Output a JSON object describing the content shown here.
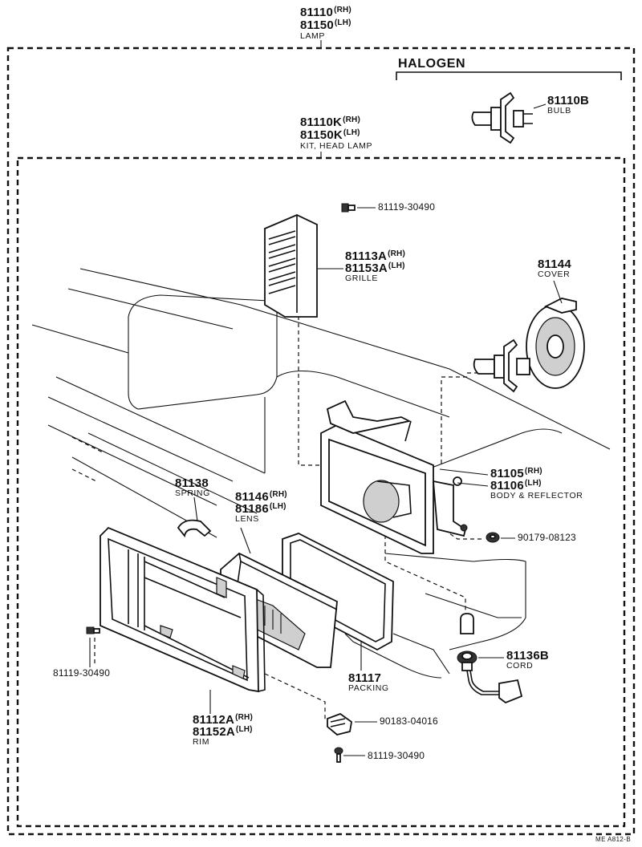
{
  "lamp": {
    "pn_rh": "81110",
    "sfx_rh": "(RH)",
    "pn_lh": "81150",
    "sfx_lh": "(LH)",
    "name": "LAMP"
  },
  "halogen": {
    "title": "HALOGEN"
  },
  "bulb": {
    "pn": "81110B",
    "name": "BULB"
  },
  "kit": {
    "pn_rh": "81110K",
    "sfx_rh": "(RH)",
    "pn_lh": "81150K",
    "sfx_lh": "(LH)",
    "name": "KIT, HEAD LAMP"
  },
  "screw_top": {
    "pn": "81119-30490"
  },
  "grille": {
    "pn_rh": "81113A",
    "sfx_rh": "(RH)",
    "pn_lh": "81153A",
    "sfx_lh": "(LH)",
    "name": "GRILLE"
  },
  "cover": {
    "pn": "81144",
    "name": "COVER"
  },
  "body_reflector": {
    "pn_rh": "81105",
    "sfx_rh": "(RH)",
    "pn_lh": "81106",
    "sfx_lh": "(LH)",
    "name": "BODY & REFLECTOR"
  },
  "spring": {
    "pn": "81138",
    "name": "SPRING"
  },
  "lens": {
    "pn_rh": "81146",
    "sfx_rh": "(RH)",
    "pn_lh": "81186",
    "sfx_lh": "(LH)",
    "name": "LENS"
  },
  "nut": {
    "pn": "90179-08123"
  },
  "cord": {
    "pn": "81136B",
    "name": "CORD"
  },
  "screw_left": {
    "pn": "81119-30490"
  },
  "packing": {
    "pn": "81117",
    "name": "PACKING"
  },
  "rim": {
    "pn_rh": "81112A",
    "sfx_rh": "(RH)",
    "pn_lh": "81152A",
    "sfx_lh": "(LH)",
    "name": "RIM"
  },
  "clip": {
    "pn": "90183-04016"
  },
  "screw_bottom": {
    "pn": "81119-30490"
  },
  "footer": {
    "code": "ME  A812-B"
  }
}
